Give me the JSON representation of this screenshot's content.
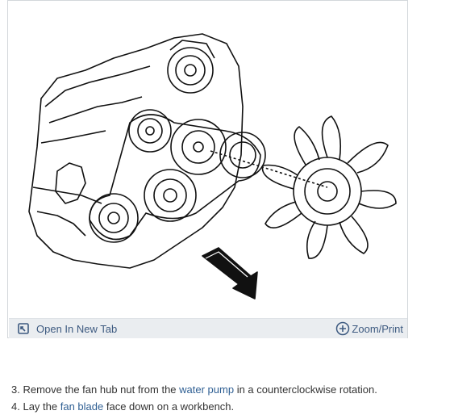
{
  "figure": {
    "actions": {
      "open_new_tab": "Open In New Tab",
      "zoom_print": "Zoom/Print"
    }
  },
  "steps": [
    {
      "number": "3.",
      "before": "Remove the fan hub nut from the",
      "link": "water pump",
      "after": "in a counterclockwise rotation."
    },
    {
      "number": "4.",
      "before": "Lay the",
      "link": "fan blade",
      "after": "face down on a workbench."
    }
  ],
  "colors": {
    "link": "#2f5f93",
    "toolbar_bg": "#eaedf0",
    "toolbar_text": "#3d5a80"
  }
}
